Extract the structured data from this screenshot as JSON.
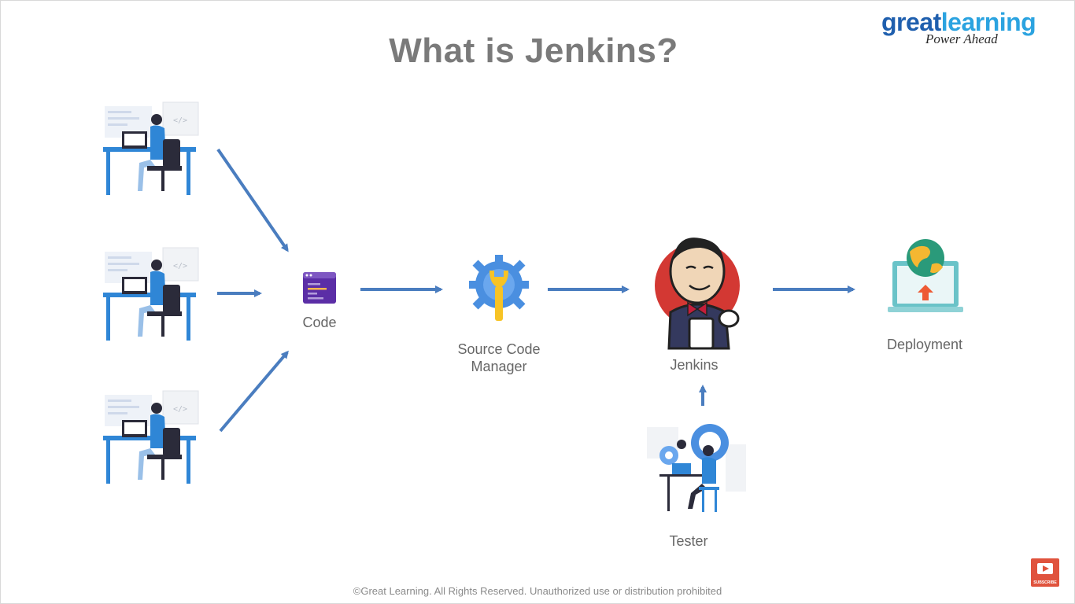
{
  "slide": {
    "title": "What is Jenkins?",
    "footer": "©Great Learning. All Rights Reserved. Unauthorized use or distribution prohibited"
  },
  "brand": {
    "name_part1": "great",
    "name_part2": "learning",
    "tagline": "Power Ahead",
    "color_primary": "#1f5fae",
    "color_secondary": "#2ba3e0"
  },
  "diagram": {
    "nodes": [
      {
        "id": "code",
        "label": "Code",
        "icon": "code-window-icon"
      },
      {
        "id": "scm",
        "label_line1": "Source Code",
        "label_line2": "Manager",
        "icon": "gear-wrench-icon"
      },
      {
        "id": "jenkins",
        "label": "Jenkins",
        "icon": "jenkins-butler-logo"
      },
      {
        "id": "deployment",
        "label": "Deployment",
        "icon": "globe-upload-laptop-icon"
      },
      {
        "id": "tester",
        "label": "Tester",
        "icon": "tester-at-desk-illustration"
      }
    ],
    "developers": [
      "developer-illustration",
      "developer-illustration",
      "developer-illustration"
    ],
    "edges": [
      {
        "from": "developer-1",
        "to": "code"
      },
      {
        "from": "developer-2",
        "to": "code"
      },
      {
        "from": "developer-3",
        "to": "code"
      },
      {
        "from": "code",
        "to": "scm"
      },
      {
        "from": "scm",
        "to": "jenkins"
      },
      {
        "from": "jenkins",
        "to": "deployment"
      },
      {
        "from": "tester",
        "to": "jenkins"
      }
    ],
    "arrow_color": "#4a7dbf"
  },
  "corner_badge": {
    "icon": "play-subscribe-icon",
    "text": "SUBSCRIBE"
  }
}
